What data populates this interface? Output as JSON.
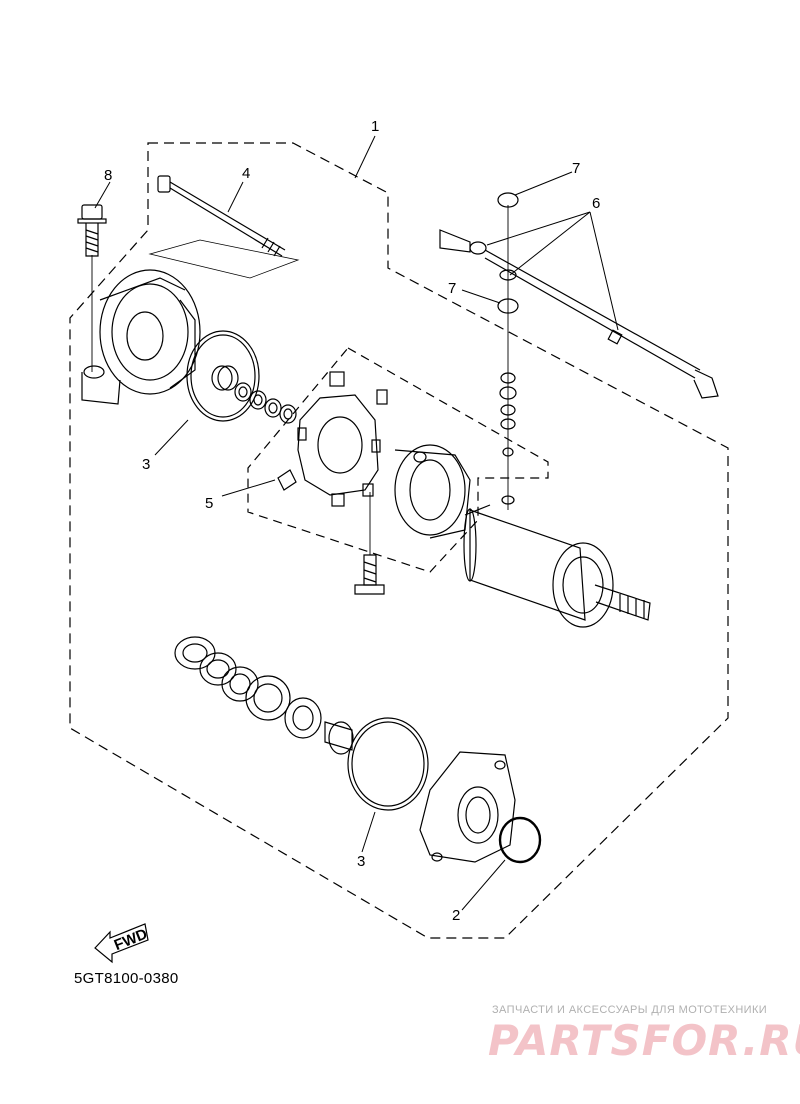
{
  "diagram": {
    "callouts": [
      "1",
      "2",
      "3",
      "3",
      "4",
      "5",
      "6",
      "7",
      "7",
      "8"
    ],
    "fwd_label": "FWD",
    "part_code": "5GT8100-0380"
  },
  "watermark": {
    "caption": "ЗАПЧАСТИ И АКСЕССУАРЫ ДЛЯ МОТОТЕХНИКИ",
    "logo": "PARTSFOR.RU"
  },
  "colors": {
    "line": "#000000",
    "watermark_text": "#b0b0b0",
    "watermark_logo": "#f3c3c8"
  }
}
